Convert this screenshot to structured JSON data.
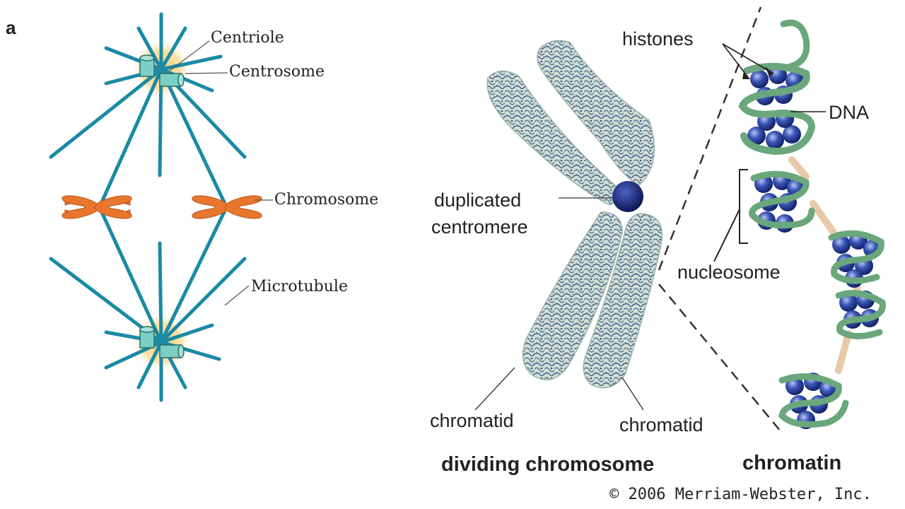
{
  "panel_label": "a",
  "spindle": {
    "centriole": "Centriole",
    "centrosome": "Centrosome",
    "chromosome": "Chromosome",
    "microtubule": "Microtubule"
  },
  "chromosome": {
    "centromere_line1": "duplicated",
    "centromere_line2": "centromere",
    "chromatid_left": "chromatid",
    "chromatid_right": "chromatid",
    "title": "dividing chromosome"
  },
  "chromatin": {
    "histones": "histones",
    "dna": "DNA",
    "nucleosome": "nucleosome",
    "title": "chromatin"
  },
  "copyright": "© 2006 Merriam-Webster, Inc.",
  "colors": {
    "microtubule": "#1a8aa5",
    "centrosome_glow": "#f6c765",
    "centriole": "#7ccfc4",
    "chromosome_orange": "#e8762c",
    "chromatid_fill": "#d4dfd8",
    "centromere": "#1c2a7a",
    "dna_green": "#6aa77c",
    "histone_blue": "#3049a8",
    "linker_tan": "#e8c9a8"
  }
}
